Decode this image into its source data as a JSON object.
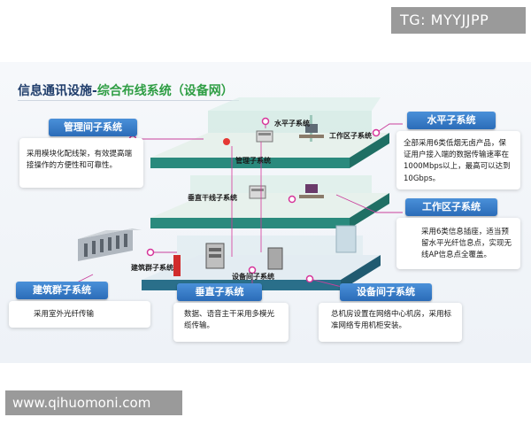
{
  "watermark_top": "TG: MYYJJPP",
  "watermark_bottom": "www.qihuomoni.com",
  "title": {
    "prefix": "信息通讯设施-",
    "highlight": "综合布线系统（设备网）"
  },
  "callouts": {
    "management": {
      "title": "管理间子系统",
      "text": "采用模块化配线架，有效提高端接操作的方便性和可靠性。"
    },
    "horizontal": {
      "title": "水平子系统",
      "text": "全部采用6类低烟无卤产品，保证用户接入端的数据传输速率在1000Mbps以上，最高可以达到10Gbps。"
    },
    "work_area": {
      "title": "工作区子系统",
      "text": "采用6类信息插座，适当预留水平光纤信息点，实现无线AP信息点全覆盖。"
    },
    "building": {
      "title": "建筑群子系统",
      "text": "采用室外光纤传输"
    },
    "vertical": {
      "title": "垂直子系统",
      "text": "数据、语音主干采用多模光缆传输。"
    },
    "equipment": {
      "title": "设备间子系统",
      "text": "总机房设置在网络中心机房，采用标准网络专用机柜安装。"
    }
  },
  "labels": {
    "horizontal": "水平子系统",
    "work_area": "工作区子系统",
    "management": "管理子系统",
    "vertical_trunk": "垂直干线子系统",
    "building": "建筑群子系统",
    "equipment": "设备间子系统"
  },
  "colors": {
    "header_blue": "#2b6cb8",
    "title_green": "#2f9e44",
    "title_navy": "#1f3d6b",
    "floor_teal": "#2a8a7d",
    "floor_top": "#e4efe9",
    "connector_magenta": "#d6359a"
  }
}
